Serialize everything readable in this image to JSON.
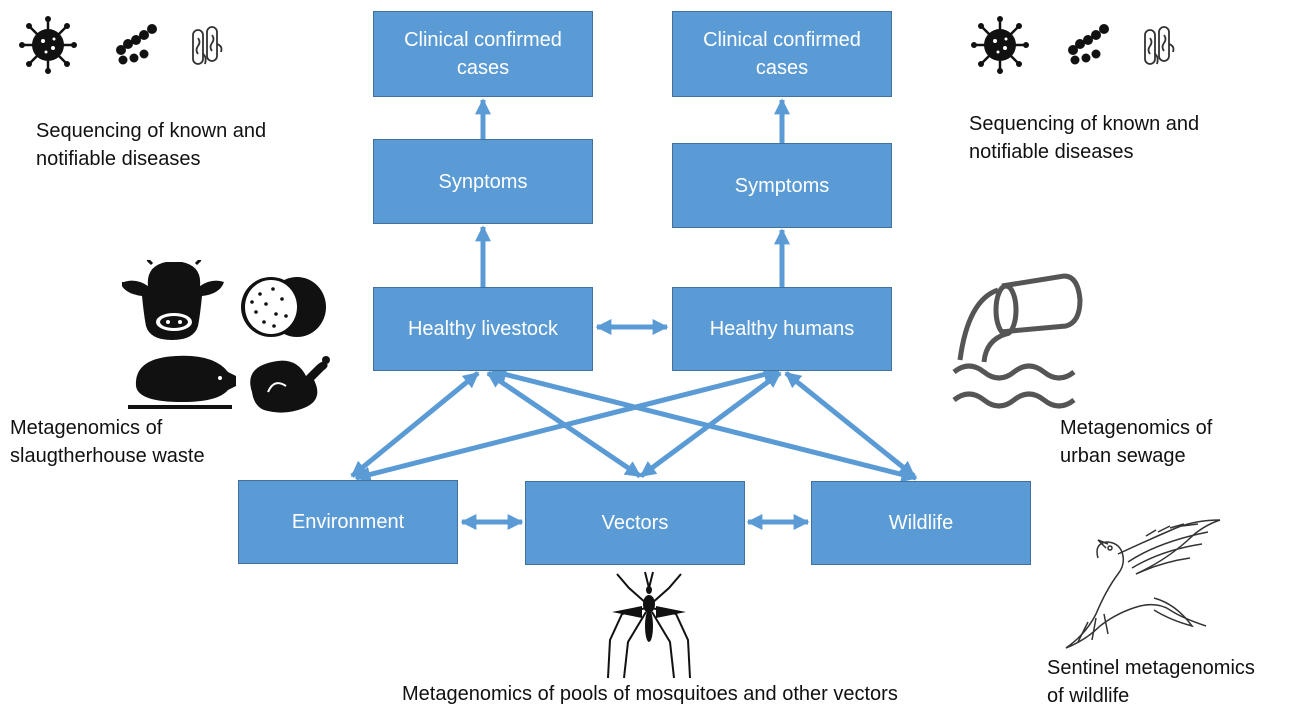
{
  "boxes": {
    "clinical_livestock": "Clinical confirmed cases",
    "clinical_humans": "Clinical confirmed cases",
    "symptoms_livestock": "Synptoms",
    "symptoms_humans": "Symptoms",
    "healthy_livestock": "Healthy livestock",
    "healthy_humans": "Healthy humans",
    "environment": "Environment",
    "vectors": "Vectors",
    "wildlife": "Wildlife"
  },
  "annotations": {
    "sequencing_left_1": "Sequencing of known and",
    "sequencing_left_2": "notifiable diseases",
    "sequencing_right_1": "Sequencing of known and",
    "sequencing_right_2": "notifiable diseases",
    "slaughterhouse_1": "Metagenomics of",
    "slaughterhouse_2": "slaugtherhouse waste",
    "sewage_1": "Metagenomics of",
    "sewage_2": "urban sewage",
    "wildlife_1": "Sentinel metagenomics",
    "wildlife_2": "of wildlife",
    "vectors_pool": "Metagenomics of pools of mosquitoes and other vectors"
  },
  "icons": {
    "pathogens_left": [
      "virus-icon",
      "bacteria-chain-icon",
      "bacillus-icon"
    ],
    "pathogens_right": [
      "virus-icon",
      "bacteria-chain-icon",
      "bacillus-icon"
    ],
    "slaughterhouse": [
      "cow-icon",
      "sausage-icon",
      "pig-icon",
      "chicken-icon"
    ],
    "sewage": "sewage-pipe-icon",
    "vector": "mosquito-icon",
    "wildlife": "bird-icon"
  },
  "colors": {
    "box_fill": "#5b9bd5",
    "box_border": "#41719c",
    "arrow": "#5b9bd5"
  }
}
